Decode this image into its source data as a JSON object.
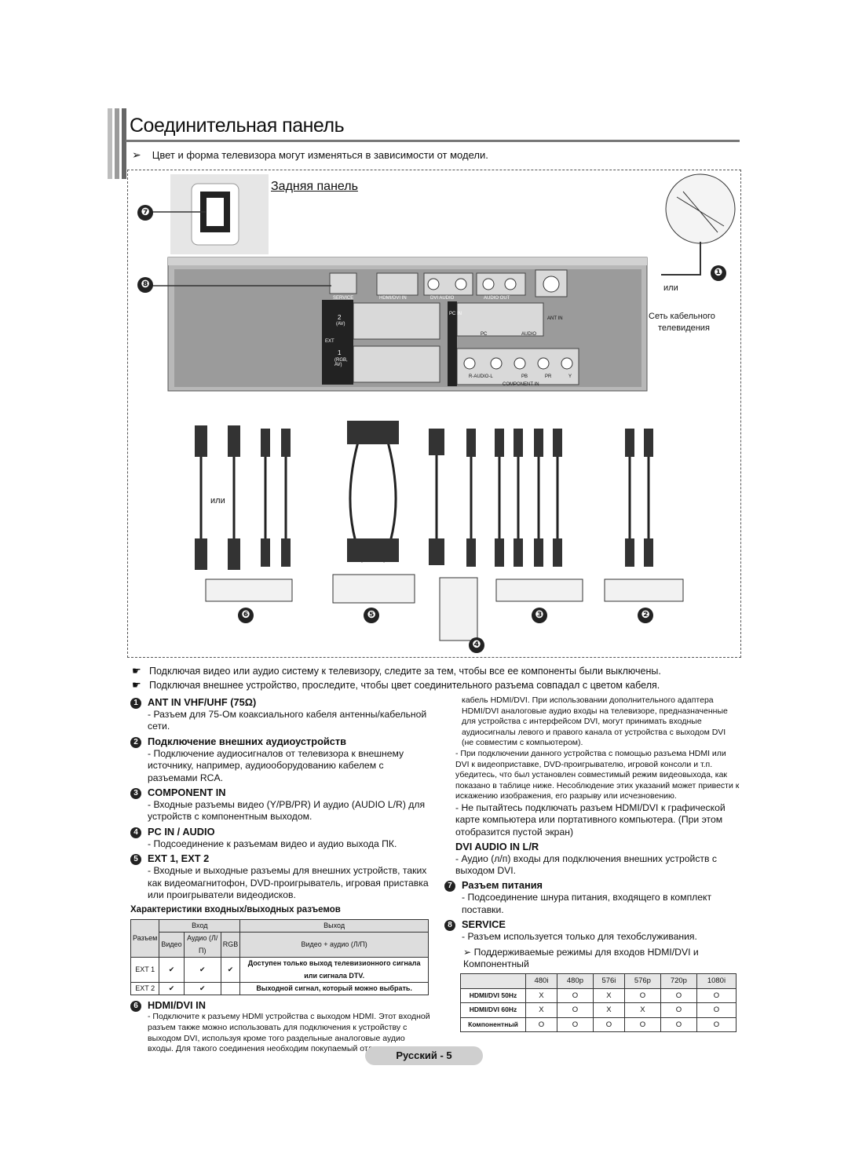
{
  "title": "Соединительная панель",
  "note": "Цвет и форма телевизора могут изменяться в зависимости от модели.",
  "diagram": {
    "rear_panel_title": "Задняя панель",
    "or_label": "или",
    "cable_network": [
      "Сеть кабельного",
      "телевидения"
    ],
    "callouts": [
      "❶",
      "❷",
      "❸",
      "❹",
      "❺",
      "❻",
      "❼",
      "❽"
    ],
    "panel_labels": {
      "service": "SERVICE",
      "hdmi": "HDMI/DVI IN",
      "dvi_audio": "DVI AUDIO",
      "audio_out": "AUDIO OUT",
      "ant_in": "ANT IN",
      "ext": "EXT",
      "ext2": "2",
      "ext2_sub": "(AV)",
      "ext1": "1",
      "ext1_sub": "(RGB, AV)",
      "pc_in": "PC IN",
      "pc": "PC",
      "audio": "AUDIO",
      "component_in": "COMPONENT IN",
      "r_audio_l": "R-AUDIO-L",
      "pb": "PB",
      "pr": "PR",
      "y": "Y"
    }
  },
  "warnings": [
    "Подключая видео или аудио систему к телевизору, следите за тем, чтобы все ее компоненты были выключены.",
    "Подключая внешнее устройство, проследите, чтобы цвет соединительного разъема совпадал с цветом кабеля."
  ],
  "left": {
    "s1_title": "ANT IN VHF/UHF (75Ω)",
    "s1_body": "- Разъем для 75-Ом коаксиального кабеля антенны/кабельной сети.",
    "s2_title": "Подключение внешних аудиоустройств",
    "s2_body": "- Подключение аудиосигналов от телевизора к внешнему источнику, например, аудиооборудованию кабелем с разъемами RCA.",
    "s3_title": "COMPONENT IN",
    "s3_body": "- Входные разъемы видео (Y/PB/PR) И аудио (AUDIO L/R) для устройств с компонентным выходом.",
    "s4_title": "PC IN / AUDIO",
    "s4_body": "- Подсоединение к разъемам видео и аудио выхода ПК.",
    "s5_title": "EXT 1, EXT 2",
    "s5_body": "- Входные и выходные разъемы для внешних устройств, таких как видеомагнитофон, DVD-проигрыватель, игровая приставка или проигрыватели видеодисков.",
    "table_title": "Характеристики входных/выходных разъемов",
    "table": {
      "h_conn": "Разъем",
      "h_in": "Вход",
      "h_out": "Выход",
      "h_video": "Видео",
      "h_audio": "Аудио (Л/П)",
      "h_rgb": "RGB",
      "h_vo": "Видео + аудио (Л/П)",
      "ext1": "EXT 1",
      "ext2": "EXT 2",
      "check": "✔",
      "ext1_out": "Доступен только выход телевизионного сигнала или сигнала DTV.",
      "ext2_out": "Выходной сигнал, который можно выбрать."
    },
    "s6_title": "HDMI/DVI IN",
    "s6_body": "- Подключите к разъему HDMI устройства с выходом HDMI. Этот входной разъем также можно использовать для подключения к устройству с выходом DVI, используя кроме того раздельные аналоговые аудио входы. Для такого соединения необходим покупаемый отдельно"
  },
  "right": {
    "p1": "кабель HDMI/DVI. При использовании дополнительного адаптера HDMI/DVI аналоговые аудио входы на телевизоре, предназначенные для устройства с интерфейсом DVI, могут принимать входные аудиосигналы левого и правого канала от устройства с выходом DVI (не совместим с компьютером).",
    "p2": "- При подключении данного устройства с помощью разъема HDMI или DVI к видеоприставке, DVD-проигрывателю, игровой консоли и т.п. убедитесь, что был установлен совместимый режим видеовыхода, как показано в таблице ниже. Несоблюдение этих указаний может привести к искажению изображения, его разрыву или исчезновению.",
    "p3": "- Не пытайтесь подключать разъем HDMI/DVI к графической карте компьютера или портативного компьютера. (При этом отобразится пустой экран)",
    "dvi_title": "DVI AUDIO IN L/R",
    "dvi_body": "- Аудио (л/п) входы для подключения внешних устройств с выходом DVI.",
    "s7_title": "Разъем питания",
    "s7_body": "- Подсоединение шнура питания, входящего в комплект поставки.",
    "s8_title": "SERVICE",
    "s8_body": "- Разъем используется только для техобслуживания.",
    "modes_note": "Поддерживаемые режимы для входов HDMI/DVI и Компонентный",
    "modes": {
      "headers": [
        "",
        "480i",
        "480p",
        "576i",
        "576p",
        "720p",
        "1080i"
      ],
      "rows": [
        [
          "HDMI/DVI 50Hz",
          "X",
          "O",
          "X",
          "O",
          "O",
          "O"
        ],
        [
          "HDMI/DVI 60Hz",
          "X",
          "O",
          "X",
          "X",
          "O",
          "O"
        ],
        [
          "Компонентный",
          "O",
          "O",
          "O",
          "O",
          "O",
          "O"
        ]
      ]
    }
  },
  "footer": "Русский - 5"
}
